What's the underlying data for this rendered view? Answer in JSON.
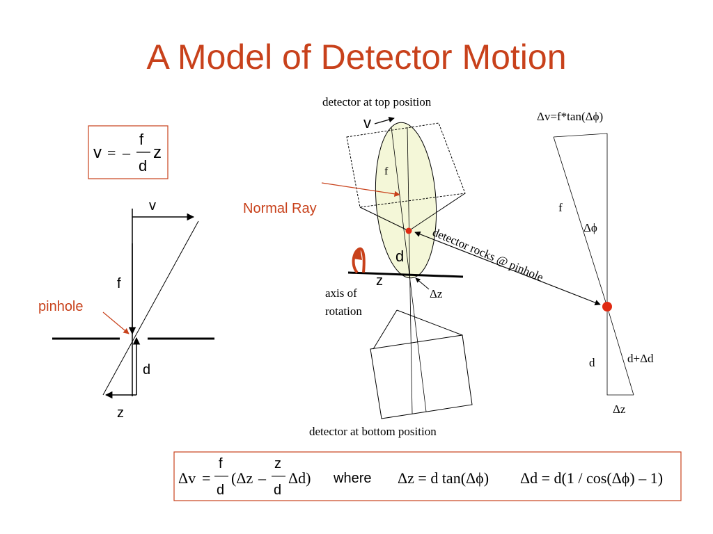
{
  "slide": {
    "title": "A Model of Detector Motion",
    "accent_color": "#c8411b",
    "ellipse_fill": "#f4f7d8"
  },
  "formula_box": {
    "lhs": "v",
    "eq": "=",
    "minus": "–",
    "num": "f",
    "den": "d",
    "rhs": "z"
  },
  "left_diagram": {
    "v_label": "v",
    "f_label": "f",
    "d_label": "d",
    "z_label": "z",
    "pinhole_label": "pinhole"
  },
  "center_diagram": {
    "top_caption": "detector at top position",
    "bottom_caption": "detector at bottom position",
    "v_label": "v",
    "f_label": "f",
    "d_label": "d",
    "z_label": "z",
    "normal_ray_label": "Normal Ray",
    "axis_label_1": "axis of",
    "axis_label_2": "rotation",
    "dz_label": "Δz",
    "rocks_label": "detector rocks @ pinhole"
  },
  "right_diagram": {
    "dv_formula": "Δv=f*tan(Δϕ)",
    "f_label": "f",
    "dphi_label": "Δϕ",
    "d_label": "d",
    "dd_label": "d+Δd",
    "dz_label": "Δz"
  },
  "bottom_formula": {
    "dv": "Δv",
    "eq": "=",
    "f_num": "f",
    "f_den": "d",
    "paren_open": "(Δz",
    "minus": "–",
    "z_num": "z",
    "z_den": "d",
    "paren_close": "Δd)",
    "where": "where",
    "dz_eq": "Δz = d tan(Δϕ)",
    "dd_eq": "Δd = d(1 / cos(Δϕ) – 1)"
  }
}
